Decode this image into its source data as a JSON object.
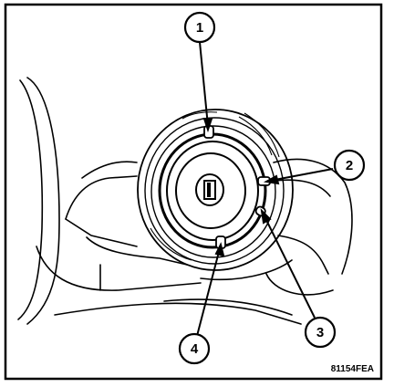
{
  "figure": {
    "id_label": "81154FEA",
    "callouts": [
      {
        "number": "1"
      },
      {
        "number": "2"
      },
      {
        "number": "3"
      },
      {
        "number": "4"
      }
    ]
  }
}
